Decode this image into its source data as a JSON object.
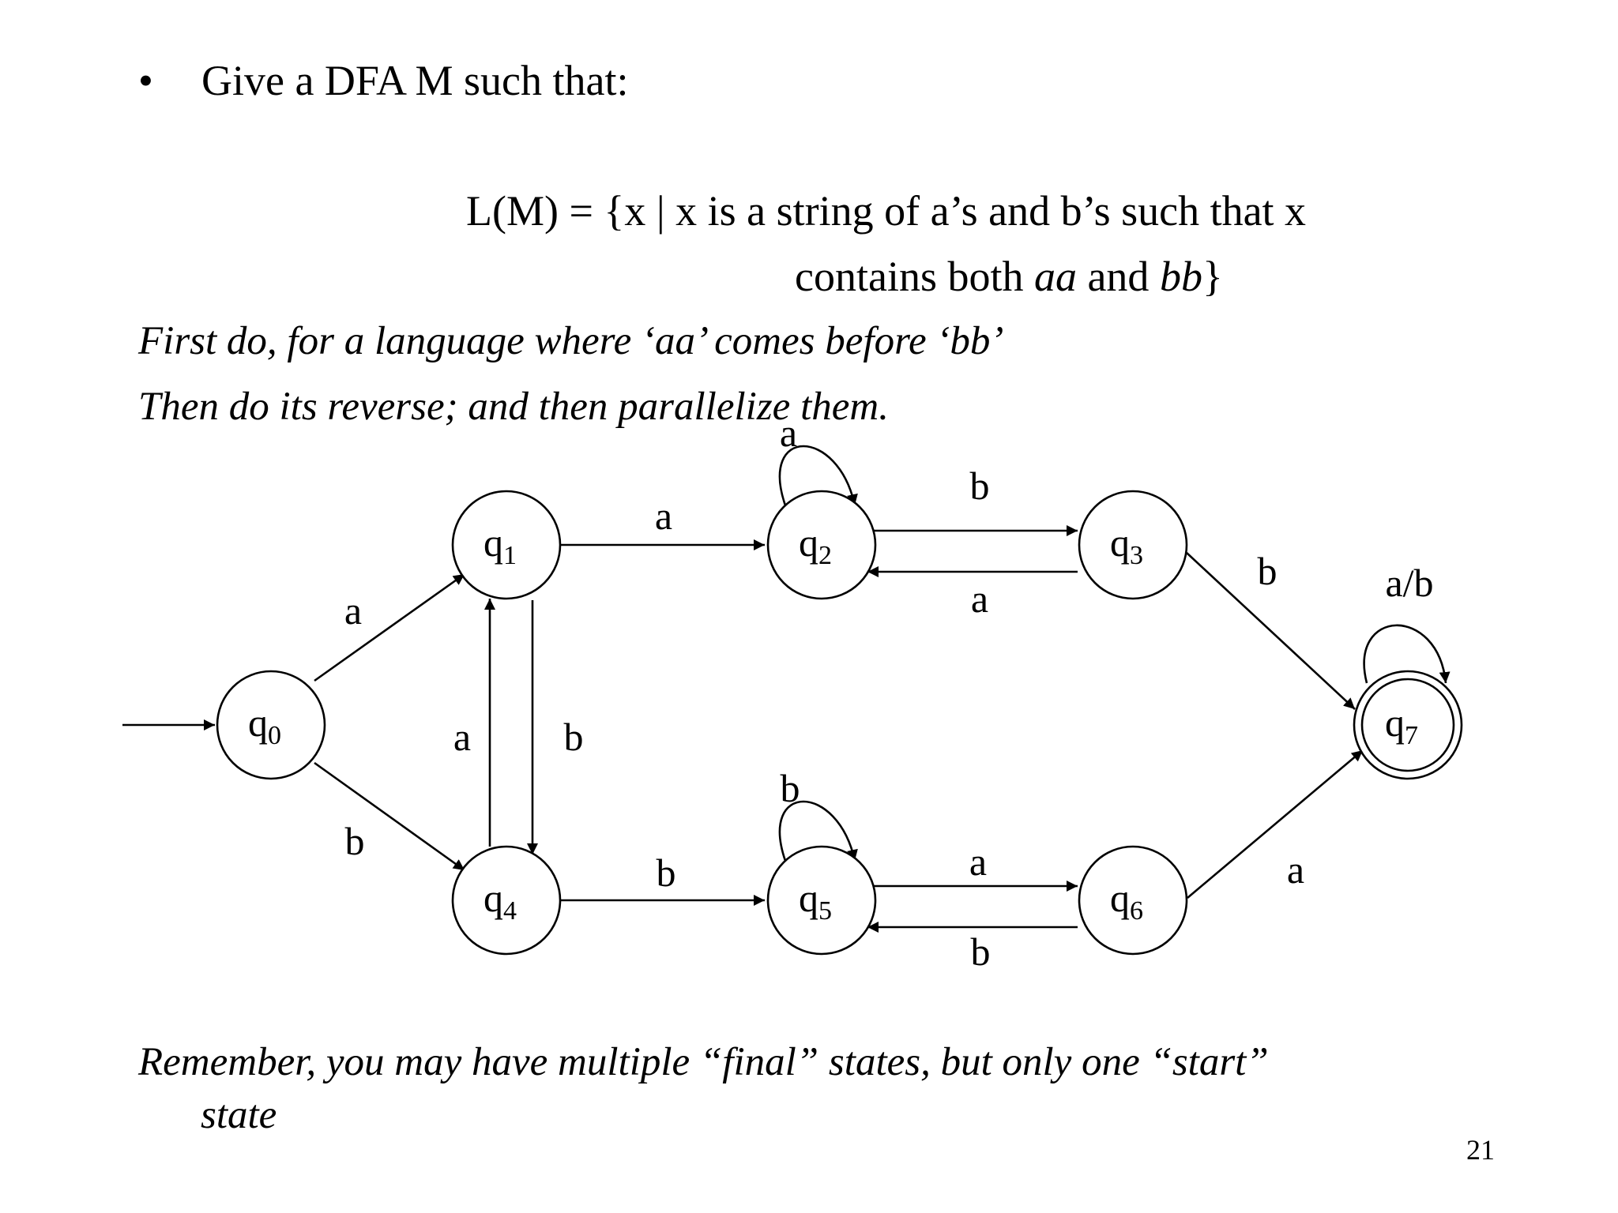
{
  "slide": {
    "bullet": "•",
    "bullet_text": "Give a DFA M such that:",
    "language_line1": "L(M) = {x | x is a string of a’s and b’s such that x",
    "language_line2_prefix": "contains both ",
    "language_line2_aa": "aa",
    "language_line2_and": " and ",
    "language_line2_bb": "bb",
    "language_line2_suffix": "}",
    "note_line1": "First do, for a language where ‘aa’ comes before ‘bb’",
    "note_line2": "Then do its reverse; and then parallelize them.",
    "remember_line1": "Remember, you may have multiple “final” states, but only one “start”",
    "remember_line2": "state",
    "page_number": "21"
  },
  "dfa": {
    "start_state": "q0",
    "final_states": [
      "q7"
    ],
    "states": [
      {
        "id": "q0",
        "name": "q",
        "sub": "0"
      },
      {
        "id": "q1",
        "name": "q",
        "sub": "1"
      },
      {
        "id": "q2",
        "name": "q",
        "sub": "2"
      },
      {
        "id": "q3",
        "name": "q",
        "sub": "3"
      },
      {
        "id": "q4",
        "name": "q",
        "sub": "4"
      },
      {
        "id": "q5",
        "name": "q",
        "sub": "5"
      },
      {
        "id": "q6",
        "name": "q",
        "sub": "6"
      },
      {
        "id": "q7",
        "name": "q",
        "sub": "7"
      }
    ],
    "transitions": [
      {
        "from": "q0",
        "to": "q1",
        "label": "a"
      },
      {
        "from": "q0",
        "to": "q4",
        "label": "b"
      },
      {
        "from": "q4",
        "to": "q1",
        "label": "a"
      },
      {
        "from": "q1",
        "to": "q4",
        "label": "b"
      },
      {
        "from": "q1",
        "to": "q2",
        "label": "a"
      },
      {
        "from": "q2",
        "to": "q2",
        "label": "a"
      },
      {
        "from": "q2",
        "to": "q3",
        "label": "b"
      },
      {
        "from": "q3",
        "to": "q2",
        "label": "a"
      },
      {
        "from": "q3",
        "to": "q7",
        "label": "b"
      },
      {
        "from": "q7",
        "to": "q7",
        "label": "a/b"
      },
      {
        "from": "q4",
        "to": "q5",
        "label": "b"
      },
      {
        "from": "q5",
        "to": "q5",
        "label": "b"
      },
      {
        "from": "q5",
        "to": "q6",
        "label": "a"
      },
      {
        "from": "q6",
        "to": "q5",
        "label": "b"
      },
      {
        "from": "q6",
        "to": "q7",
        "label": "a"
      }
    ]
  }
}
